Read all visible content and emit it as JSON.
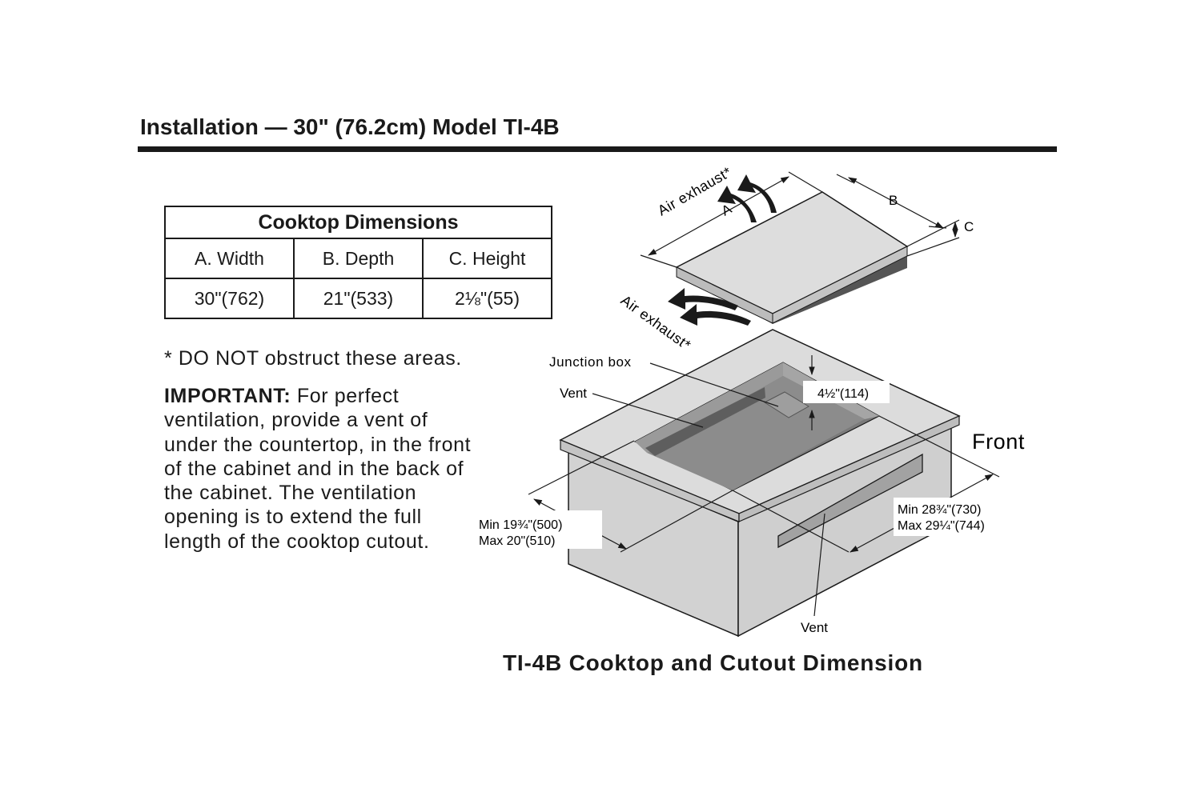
{
  "title": "Installation — 30\" (76.2cm) Model  TI-4B",
  "table": {
    "heading": "Cooktop Dimensions",
    "columns": [
      "A. Width",
      "B. Depth",
      "C. Height"
    ],
    "values": [
      "30\"(762)",
      "21\"(533)",
      "2⅛\"(55)"
    ]
  },
  "warning": "* DO NOT obstruct these areas.",
  "important": {
    "label": "IMPORTANT:",
    "text": " For perfect ventilation, provide a vent of under the countertop, in the front of the cabinet and in the back of the cabinet. The ventilation opening is to extend the full length of the cooktop cutout."
  },
  "diagram": {
    "label_a": "A",
    "label_b": "B",
    "label_c": "C",
    "air_exhaust_top": "Air exhaust*",
    "air_exhaust_side": "Air exhaust*",
    "junction_box": "Junction box",
    "vent_top": "Vent",
    "vent_bottom": "Vent",
    "depth_dim": "4½\"(114)",
    "front": "Front",
    "left_dim_min": "Min  19¾\"(500)",
    "left_dim_max": "Max 20\"(510)",
    "right_dim_min": "Min 28¾\"(730)",
    "right_dim_max": "Max 29¼\"(744)"
  },
  "caption": "TI-4B  Cooktop and Cutout Dimension"
}
